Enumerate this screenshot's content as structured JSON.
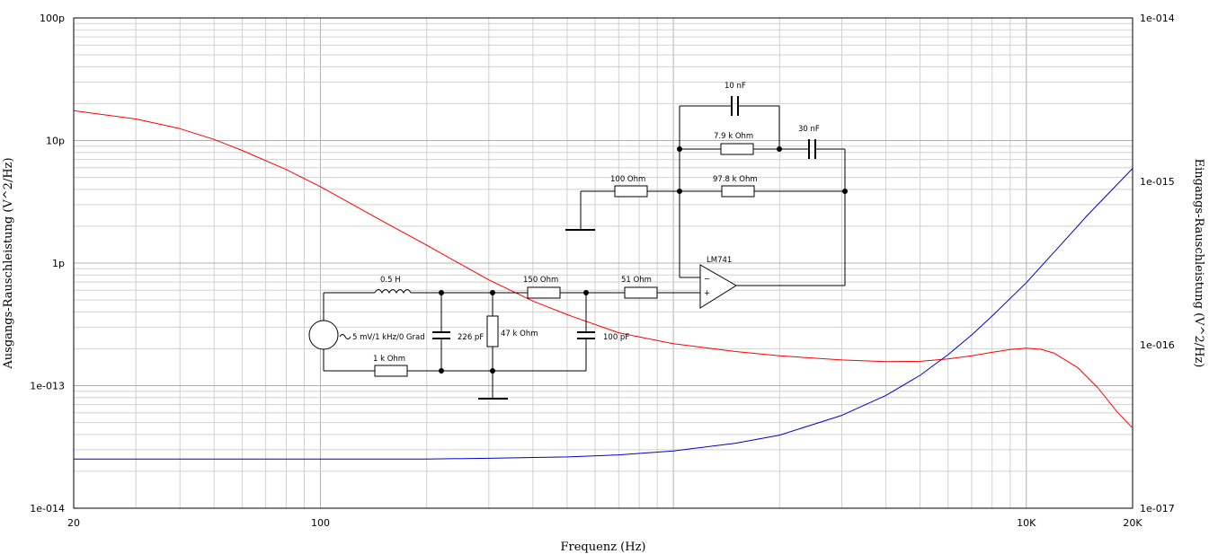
{
  "chart_data": {
    "type": "line",
    "xlabel": "Frequenz (Hz)",
    "ylabel_left": "Ausgangs-Rauschleistung (V^2/Hz)",
    "ylabel_right": "Eingangs-Rauschleistung (V^2/Hz)",
    "x_scale": "log",
    "y_scale": "log",
    "grid": true,
    "xlim": [
      20,
      20000
    ],
    "ylim_left": [
      1e-14,
      1e-10
    ],
    "ylim_right": [
      1e-17,
      1e-14
    ],
    "x_tick_labels": [
      {
        "value": 20,
        "label": "20"
      },
      {
        "value": 100,
        "label": "100"
      },
      {
        "value": 10000,
        "label": "10K"
      },
      {
        "value": 20000,
        "label": "20K"
      }
    ],
    "y_left_tick_labels": [
      {
        "value": 1e-10,
        "label": "100p"
      },
      {
        "value": 1e-11,
        "label": "10p"
      },
      {
        "value": 1e-12,
        "label": "1p"
      },
      {
        "value": 1e-13,
        "label": "1e-013"
      },
      {
        "value": 1e-14,
        "label": "1e-014"
      }
    ],
    "y_right_tick_labels": [
      {
        "value": 1e-14,
        "label": "1e-014"
      },
      {
        "value": 1e-15,
        "label": "1e-015"
      },
      {
        "value": 1e-16,
        "label": "1e-016"
      },
      {
        "value": 1e-17,
        "label": "1e-017"
      }
    ],
    "series": [
      {
        "axis": "left",
        "color": "#ff0000",
        "x": [
          20,
          30,
          40,
          50,
          60,
          80,
          100,
          150,
          200,
          300,
          400,
          500,
          700,
          1000,
          1500,
          2000,
          3000,
          4000,
          5000,
          6000,
          7000,
          8000,
          9000,
          10000,
          11000,
          12000,
          14000,
          16000,
          18000,
          20000
        ],
        "y": [
          1.75e-11,
          1.5e-11,
          1.25e-11,
          1.02e-11,
          8.3e-12,
          5.8e-12,
          4.2e-12,
          2.2e-12,
          1.4e-12,
          7.3e-13,
          4.9e-13,
          3.8e-13,
          2.7e-13,
          2.2e-13,
          1.9e-13,
          1.75e-13,
          1.62e-13,
          1.57e-13,
          1.58e-13,
          1.65e-13,
          1.75e-13,
          1.87e-13,
          1.97e-13,
          2.02e-13,
          1.98e-13,
          1.84e-13,
          1.4e-13,
          9.5e-14,
          6.2e-14,
          4.5e-14
        ]
      },
      {
        "axis": "right",
        "color": "#0000cc",
        "x": [
          20,
          50,
          100,
          200,
          300,
          500,
          700,
          1000,
          1500,
          2000,
          3000,
          4000,
          5000,
          6000,
          7000,
          8000,
          10000,
          12000,
          15000,
          20000
        ],
        "y": [
          2e-17,
          2e-17,
          2e-17,
          2e-17,
          2.02e-17,
          2.06e-17,
          2.12e-17,
          2.24e-17,
          2.5e-17,
          2.8e-17,
          3.7e-17,
          4.9e-17,
          6.5e-17,
          8.7e-17,
          1.15e-16,
          1.5e-16,
          2.4e-16,
          3.7e-16,
          6.3e-16,
          1.2e-15
        ]
      }
    ],
    "annotations": {
      "inductor": "0.5 H",
      "source": "5 mV/1 kHz/0 Grad",
      "r_source": "1 k Ohm",
      "c1": "226 pF",
      "r_load": "47 k Ohm",
      "r_series": "150  Ohm",
      "c2": "100 pF",
      "r_in": "51  Ohm",
      "opamp": "LM741",
      "minus": "−",
      "plus": "+",
      "r_gnd": "100  Ohm",
      "r_fb": "97.8 k Ohm",
      "r_fb2": "7.9 k Ohm",
      "c_fb1": "10 nF",
      "c_fb2": "30 nF"
    }
  }
}
